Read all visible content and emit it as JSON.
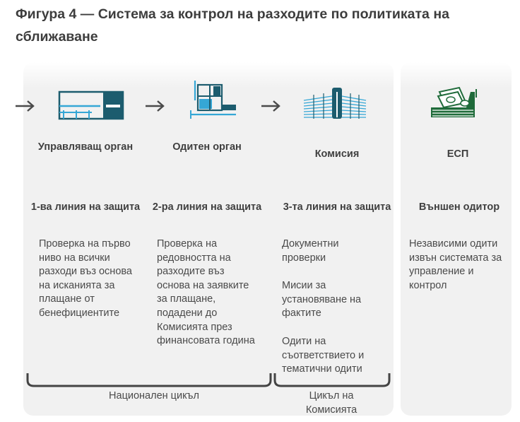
{
  "figure": {
    "title": "Фигура 4 — Система за контрол на разходите по политиката на сближаване"
  },
  "columns": [
    {
      "organ": "Управляващ орган",
      "line": "1-ва линия на защита",
      "description": [
        "Проверка на първо ниво на всички разходи въз основа на исканията за плащане от бенефициентите"
      ]
    },
    {
      "organ": "Одитен орган",
      "line": "2-ра линия на защита",
      "description": [
        "Проверка на редовността на разходите въз основа на заявките за плащане, подадени до Комисията през финансовата година"
      ]
    },
    {
      "organ": "Комисия",
      "line": "3-та линия на защита",
      "description": [
        "Документни проверки",
        "Мисии за установяване на фактите",
        "Одити на съответствието и тематични одити"
      ]
    },
    {
      "organ": "ЕСП",
      "line": "Външен одитор",
      "description": [
        "Независими одити извън системата за управление и контрол"
      ]
    }
  ],
  "cycles": {
    "national": "Национален цикъл",
    "commission": "Цикъл на Комисията"
  },
  "colors": {
    "accent_teal": "#1c5c6e",
    "accent_blue": "#35a7d6",
    "eca_green": "#1f6b3a",
    "panel_bg": "#f1f1f1",
    "text": "#404040"
  },
  "icons": [
    "arrow-right-icon",
    "managing-authority-building-icon",
    "audit-authority-building-icon",
    "commission-building-icon",
    "eca-money-icon"
  ]
}
